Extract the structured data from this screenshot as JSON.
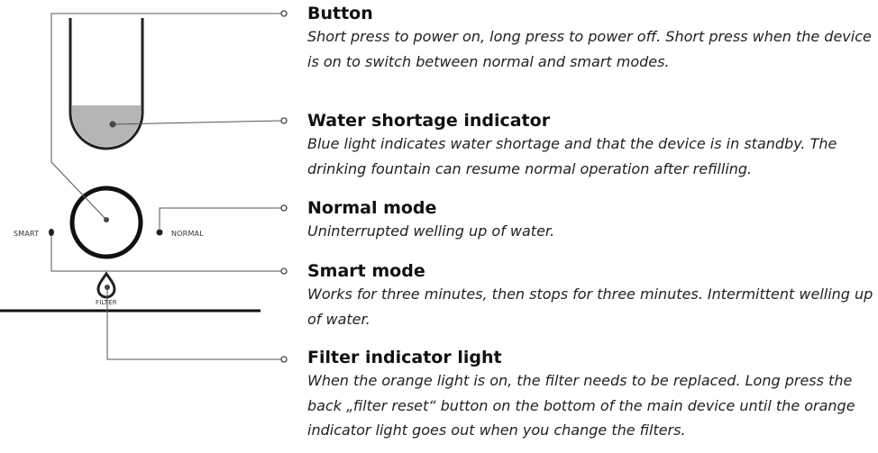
{
  "diagram": {
    "labels": {
      "smart": "SMART",
      "normal": "NORMAL",
      "filter": "FILTER"
    }
  },
  "entries": [
    {
      "title": "Button",
      "desc_lines": [
        "Short press to power on, long press to power off. Short press when the device",
        "is on to switch between normal and smart modes."
      ]
    },
    {
      "title": "Water shortage indicator",
      "desc_lines": [
        "Blue light indicates water shortage and that the device is in standby. The",
        "drinking fountain can resume normal operation after refilling."
      ]
    },
    {
      "title": "Normal mode",
      "desc_lines": [
        "Uninterrupted welling up of water."
      ]
    },
    {
      "title": "Smart mode",
      "desc_lines": [
        "Works for three minutes, then stops for three minutes. Intermittent welling up",
        "of water."
      ]
    },
    {
      "title": "Filter indicator light",
      "desc_lines": [
        "When the orange light is on, the filter needs to be replaced. Long press the",
        "back „filter reset“ button on the bottom of the main device until the orange",
        "indicator light goes out when you change the filters."
      ]
    }
  ]
}
